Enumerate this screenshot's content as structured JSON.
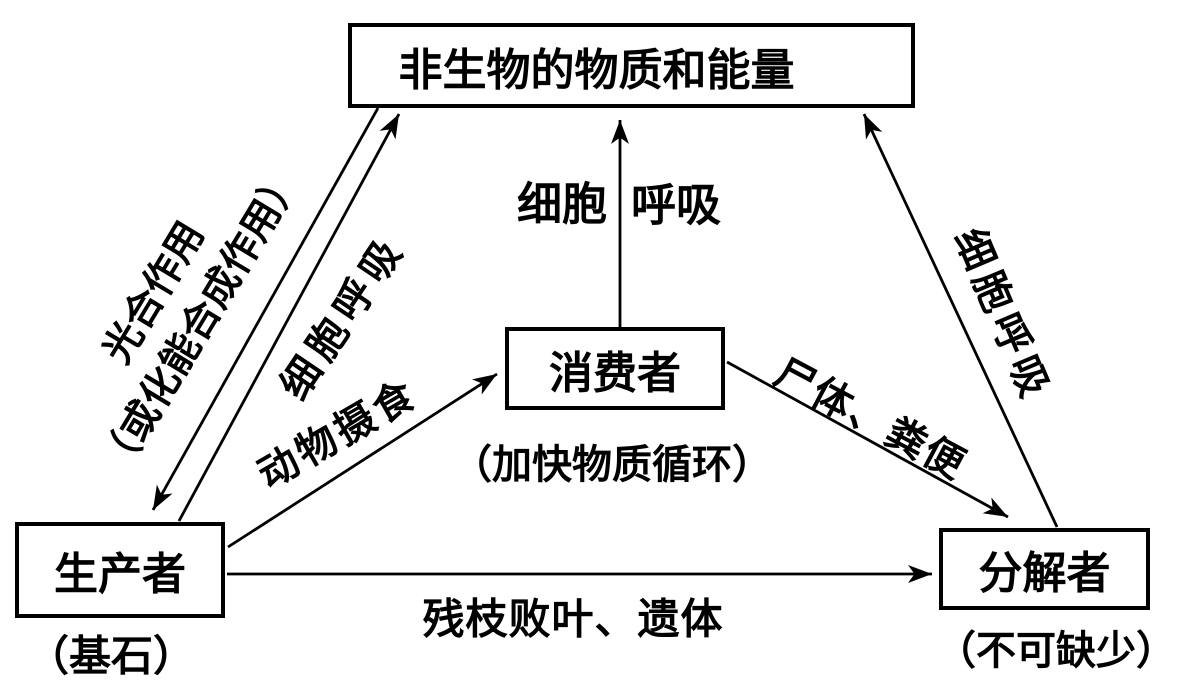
{
  "colors": {
    "ink": "#000000",
    "background": "#ffffff"
  },
  "nodes": {
    "abiotic": {
      "label": "非生物的物质和能量"
    },
    "producer": {
      "label": "生产者",
      "note": "（基石）"
    },
    "consumer": {
      "label": "消费者",
      "note": "（加快物质循环）"
    },
    "decomposer": {
      "label": "分解者",
      "note": "（不可缺少）"
    }
  },
  "edges": {
    "photosynthesis": {
      "from": "abiotic",
      "to": "producer",
      "label_line1": "光合作用",
      "label_line2": "（或化能合成作用）"
    },
    "producer_respiration": {
      "from": "producer",
      "to": "abiotic",
      "label": "细胞呼吸"
    },
    "consumer_respiration": {
      "from": "consumer",
      "to": "abiotic",
      "label_left": "细胞",
      "label_right": "呼吸"
    },
    "decomposer_respiration": {
      "from": "decomposer",
      "to": "abiotic",
      "label": "细胞呼吸"
    },
    "animal_feeding": {
      "from": "producer",
      "to": "consumer",
      "label": "动物摄食"
    },
    "corpse_feces": {
      "from": "consumer",
      "to": "decomposer",
      "label": "尸体、粪便"
    },
    "litter_remains": {
      "from": "producer",
      "to": "decomposer",
      "label": "残枝败叶、遗体"
    }
  }
}
